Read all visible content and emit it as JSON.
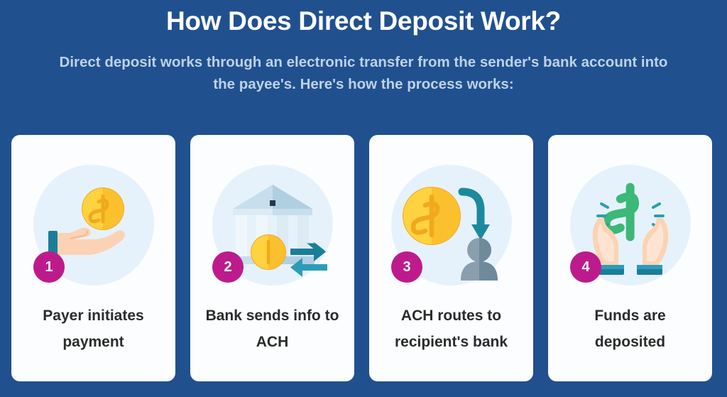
{
  "header": {
    "title": "How Does Direct Deposit Work?",
    "subtitle": "Direct deposit works through an electronic transfer from the sender's bank account into the payee's. Here's how the process works:"
  },
  "colors": {
    "background": "#21508F",
    "card_background": "#FCFDFE",
    "badge": "#BD1B8C",
    "icon_circle": "#E6F2FB",
    "title_text": "#FFFFFF",
    "subtitle_text": "#BDD2E8",
    "label_text": "#2B2B2B",
    "coin_gold": "#FFD23F",
    "teal": "#1B7E99",
    "green": "#3CB878",
    "skin": "#FBD3B4",
    "bank_blue": "#B9D6E8",
    "person_gray": "#7E96A6"
  },
  "steps": [
    {
      "number": "1",
      "label": "Payer initiates payment",
      "icon": "hand-with-coin-icon"
    },
    {
      "number": "2",
      "label": "Bank sends info to ACH",
      "icon": "bank-transfer-icon"
    },
    {
      "number": "3",
      "label": "ACH routes to recipient's bank",
      "icon": "coin-arrow-person-icon"
    },
    {
      "number": "4",
      "label": "Funds are deposited",
      "icon": "hands-dollar-icon"
    }
  ]
}
